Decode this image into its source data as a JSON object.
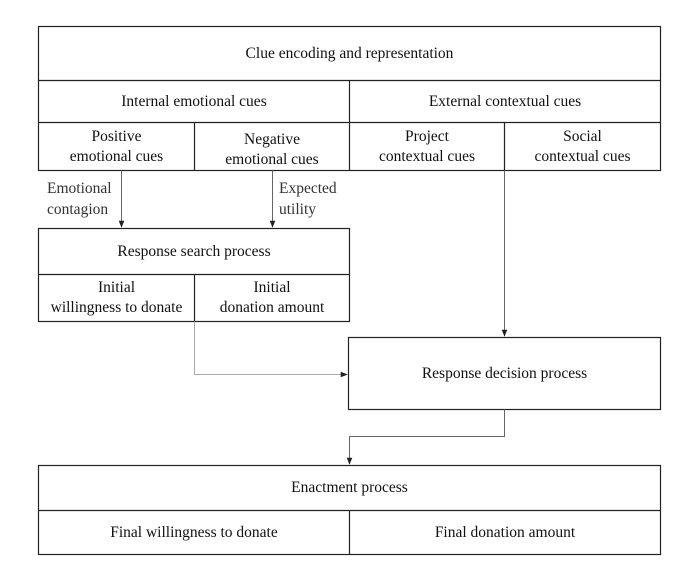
{
  "clue_block": {
    "title": "Clue encoding and representation",
    "internal": {
      "title": "Internal emotional cues",
      "positive": "Positive\nemotional cues",
      "negative": "Negative\nemotional cues"
    },
    "external": {
      "title": "External contextual cues",
      "project": "Project\ncontextual cues",
      "social": "Social\ncontextual cues"
    }
  },
  "edges": {
    "emotional_contagion": "Emotional\ncontagion",
    "expected_utility": "Expected\nutility"
  },
  "search_block": {
    "title": "Response search process",
    "willingness": "Initial\nwillingness to donate",
    "amount": "Initial\ndonation amount"
  },
  "decision_block": {
    "title": "Response decision process"
  },
  "enactment_block": {
    "title": "Enactment process",
    "willingness": "Final willingness to donate",
    "amount": "Final donation amount"
  },
  "colors": {
    "line": "#222222",
    "connector": "#888888",
    "text": "#111111"
  }
}
